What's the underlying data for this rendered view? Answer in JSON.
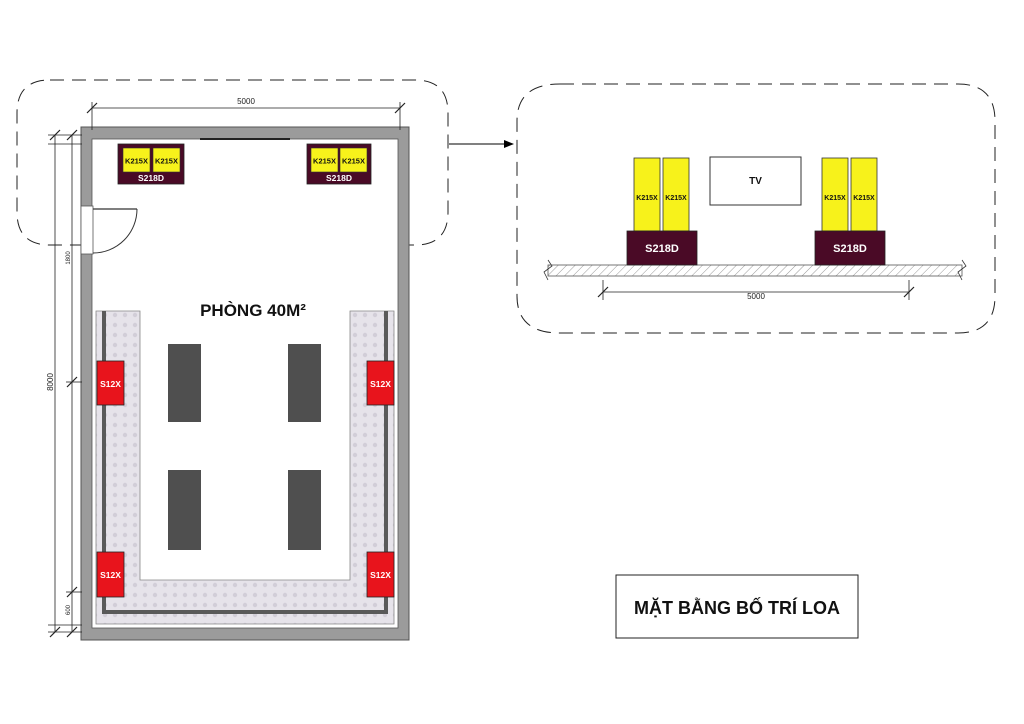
{
  "plan": {
    "room_label": "PHÒNG 40M²",
    "dim_width": "5000",
    "dim_height": "8000",
    "dim_top_part": "1800",
    "dim_bottom_part": "600",
    "sub_speakers": [
      {
        "top_left": "K215X",
        "top_right": "K215X",
        "base": "S218D"
      },
      {
        "top_left": "K215X",
        "top_right": "K215X",
        "base": "S218D"
      }
    ],
    "side_speakers": [
      "S12X",
      "S12X",
      "S12X",
      "S12X"
    ]
  },
  "elevation": {
    "tv_label": "TV",
    "dim_width": "5000",
    "groups": [
      {
        "left": "K215X",
        "right": "K215X",
        "base": "S218D"
      },
      {
        "left": "K215X",
        "right": "K215X",
        "base": "S218D"
      }
    ]
  },
  "title": "MẶT BẰNG BỐ TRÍ LOA",
  "colors": {
    "wall": "#9b9b9b",
    "yellow_speaker": "#f7f21b",
    "sub_base": "#4a0a26",
    "red_speaker": "#e8141c",
    "table": "#4f4f4f",
    "seat": "#e0dde3"
  }
}
